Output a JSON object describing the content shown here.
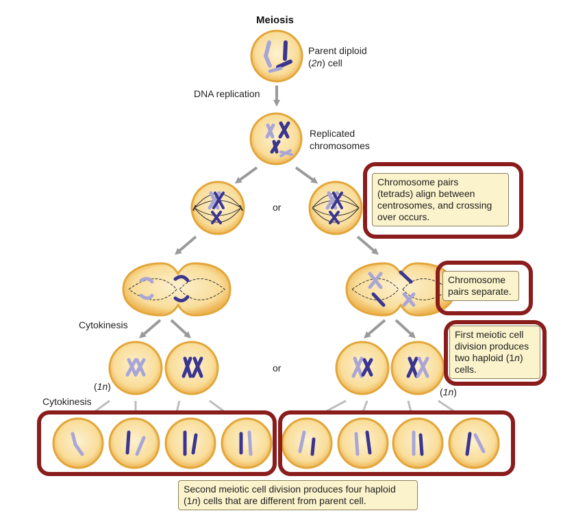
{
  "title": "Meiosis",
  "labels": {
    "parent": "Parent diploid",
    "parent_2n": "2n",
    "parent_cell": ") cell",
    "dna_replication": "DNA replication",
    "replicated_1": "Replicated",
    "replicated_2": "chromosomes",
    "or_1": "or",
    "or_2": "or",
    "cytokinesis_1": "Cytokinesis",
    "cytokinesis_2": "Cytokinesis",
    "haploid_left": "1n",
    "haploid_right": "1n"
  },
  "callouts": {
    "tetrads": [
      "Chromosome pairs",
      "(tetrads) align between",
      "centrosomes, and crossing",
      "over occurs."
    ],
    "separate": [
      "Chromosome",
      "pairs separate."
    ],
    "first_division": [
      "First meiotic cell",
      "division produces",
      "two haploid (1",
      "n",
      ")",
      "cells."
    ],
    "second_division": [
      "Second meiotic cell division produces four haploid",
      "(1",
      "n",
      ") cells that are different from parent cell."
    ]
  },
  "colors": {
    "cell_fill": "#fae3a6",
    "cell_edge": "#e2a63a",
    "dark_chromosome": "#3a3590",
    "light_chromosome": "#a9a6d6",
    "highlight_frame": "#8a1c1c",
    "callout_fill": "#fbf3cc",
    "arrow": "#9a9a9a"
  }
}
